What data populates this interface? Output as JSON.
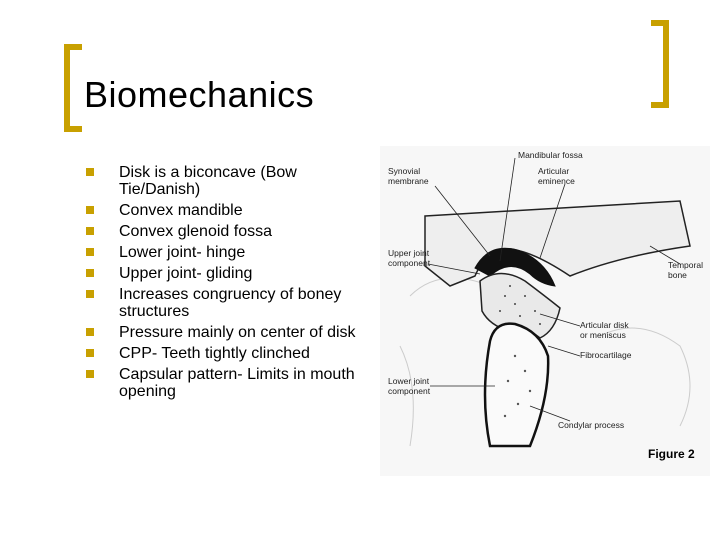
{
  "slide": {
    "title": "Biomechanics",
    "accent_color": "#c8a000",
    "bullets": [
      "Disk is a biconcave (Bow Tie/Danish)",
      "Convex mandible",
      "Convex glenoid fossa",
      "Lower joint- hinge",
      "Upper joint- gliding",
      "Increases congruency of boney structures",
      "Pressure mainly on center of disk",
      "CPP- Teeth tightly clinched",
      "Capsular pattern- Limits in mouth opening"
    ]
  },
  "figure": {
    "caption": "Figure 2",
    "labels": {
      "mandibular_fossa": "Mandibular fossa",
      "synovial_1": "Synovial",
      "synovial_2": "membrane",
      "articular_1": "Articular",
      "articular_2": "eminence",
      "upper_joint_1": "Upper joint",
      "upper_joint_2": "component",
      "temporal_1": "Temporal",
      "temporal_2": "bone",
      "disk_1": "Articular disk",
      "disk_2": "or meniscus",
      "fibrocartilage": "Fibrocartilage",
      "lower_joint_1": "Lower joint",
      "lower_joint_2": "component",
      "condylar": "Condylar process"
    }
  }
}
